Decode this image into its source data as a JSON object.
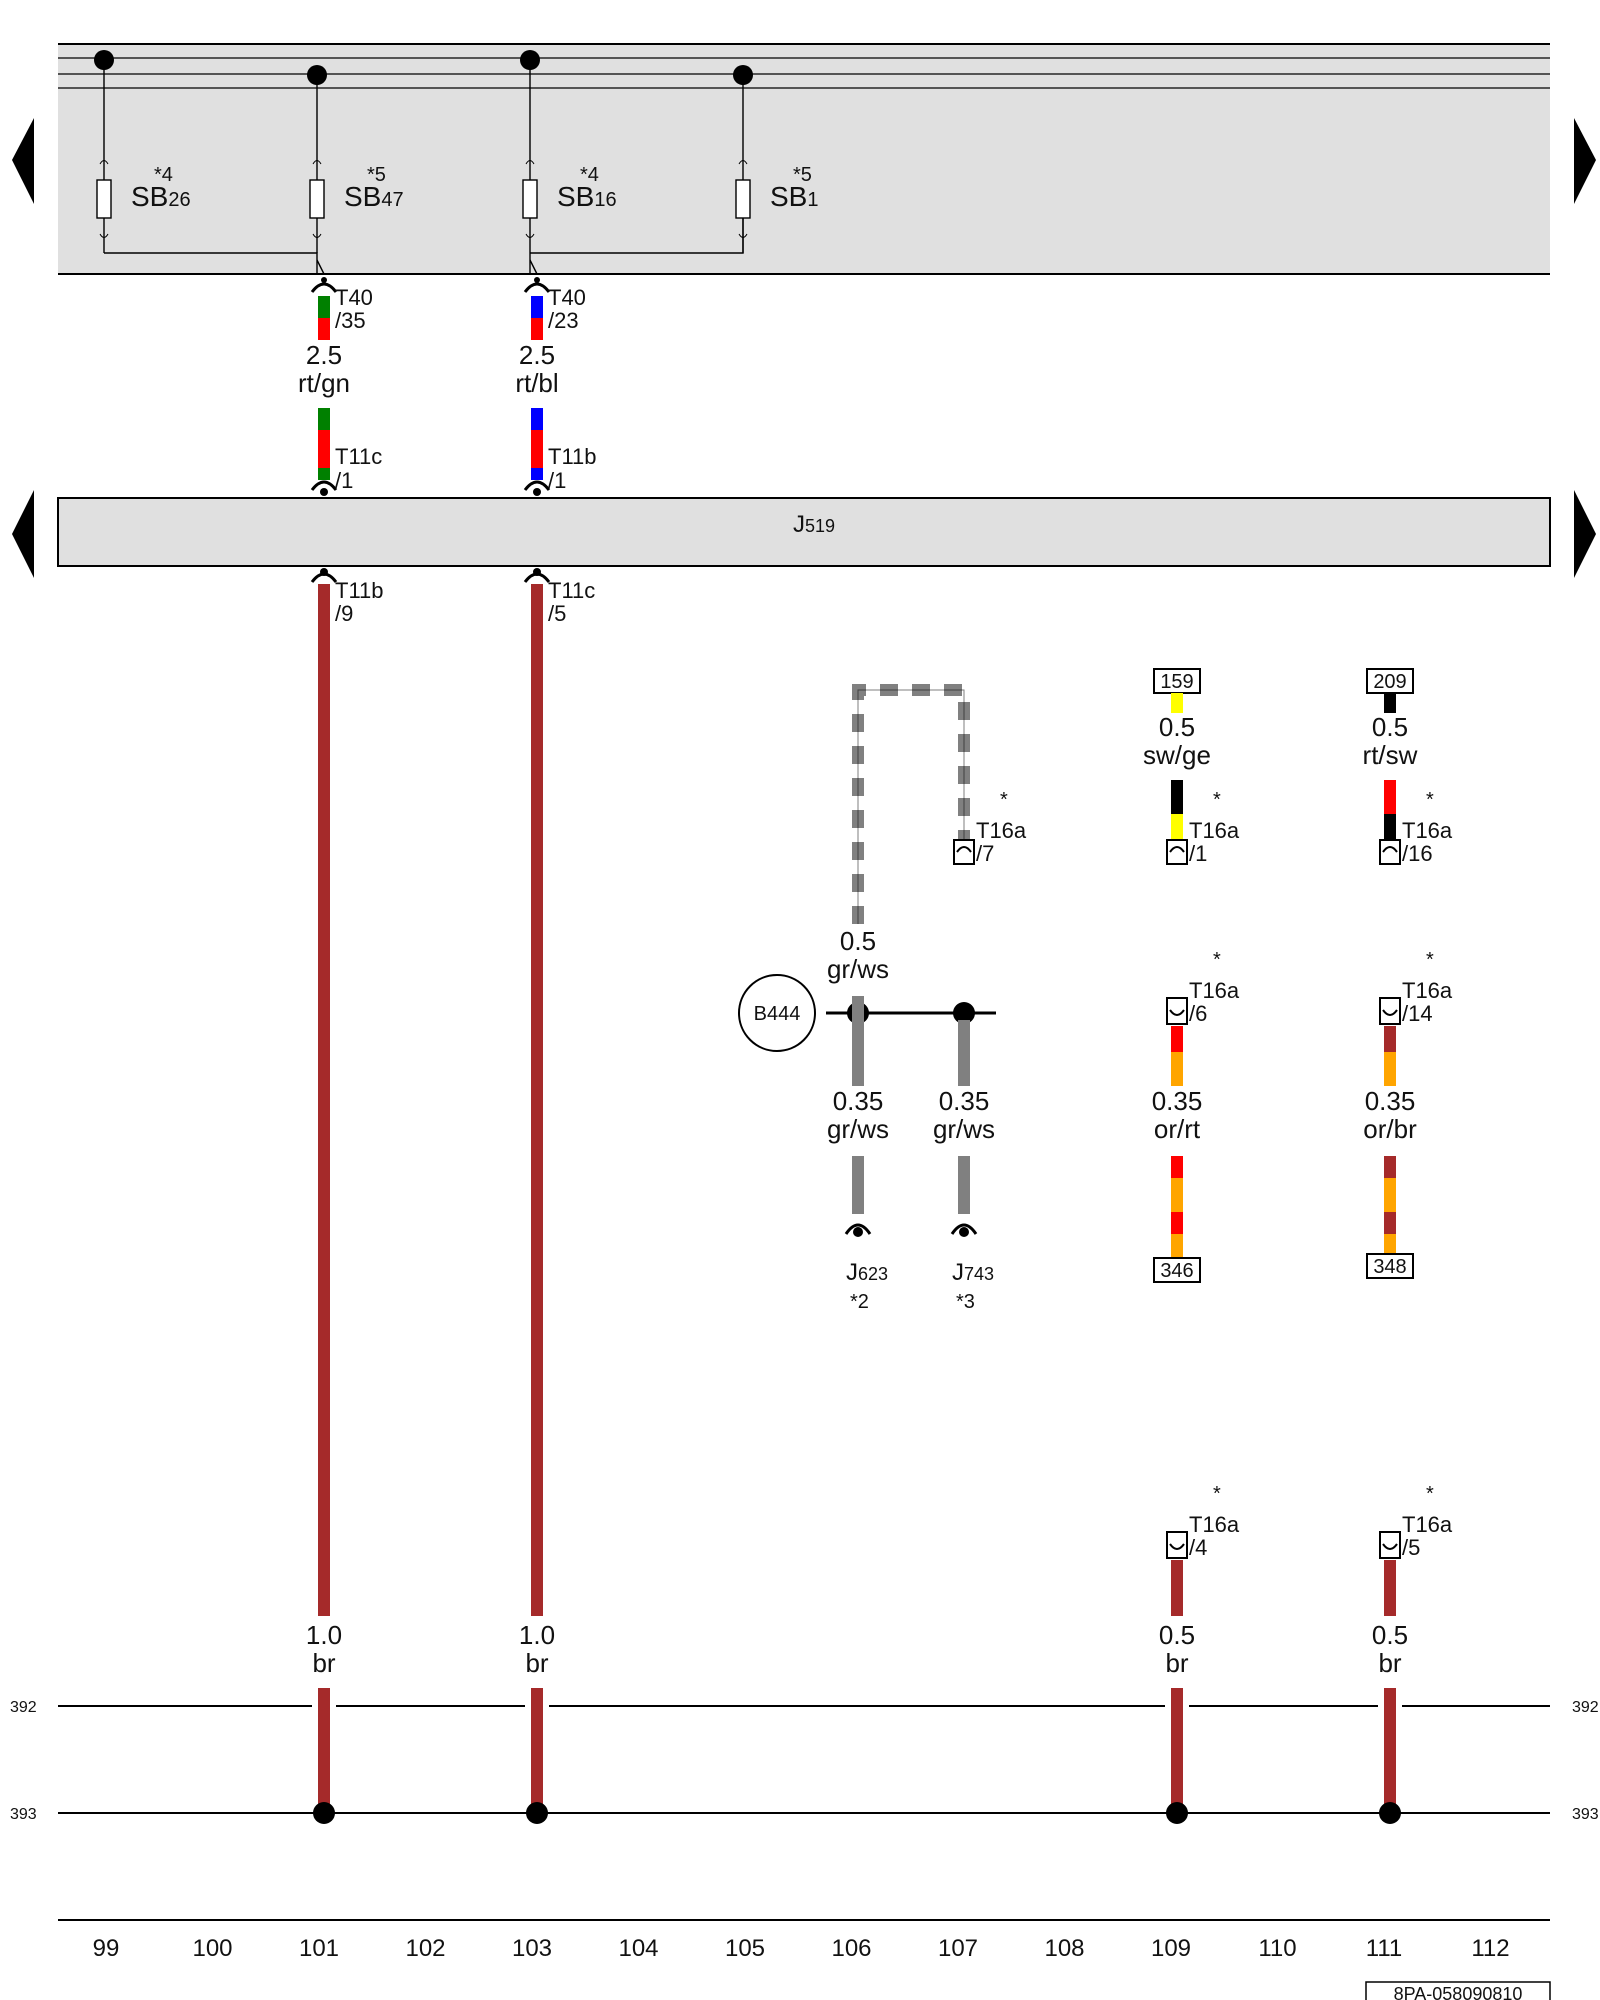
{
  "fuses": [
    {
      "name": "SB",
      "sub": "26",
      "note": "*4"
    },
    {
      "name": "SB",
      "sub": "47",
      "note": "*5"
    },
    {
      "name": "SB",
      "sub": "16",
      "note": "*4"
    },
    {
      "name": "SB",
      "sub": "1",
      "note": "*5"
    }
  ],
  "module": {
    "name": "J",
    "sub": "519"
  },
  "top_connectors": [
    {
      "id": "T40",
      "pin": "/35"
    },
    {
      "id": "T40",
      "pin": "/23"
    }
  ],
  "top_wires": [
    {
      "size": "2.5",
      "color": "rt/gn"
    },
    {
      "size": "2.5",
      "color": "rt/bl"
    }
  ],
  "upper_module_connectors": [
    {
      "id": "T11c",
      "pin": "/1"
    },
    {
      "id": "T11b",
      "pin": "/1"
    }
  ],
  "lower_module_connectors": [
    {
      "id": "T11b",
      "pin": "/9"
    },
    {
      "id": "T11c",
      "pin": "/5"
    }
  ],
  "ground_wires": [
    {
      "size": "1.0",
      "color": "br"
    },
    {
      "size": "1.0",
      "color": "br"
    },
    {
      "size": "0.5",
      "color": "br"
    },
    {
      "size": "0.5",
      "color": "br"
    }
  ],
  "sensor": {
    "label": "B444"
  },
  "sensor_wire": {
    "size": "0.5",
    "color": "gr/ws"
  },
  "sensor_branch_wires": [
    {
      "size": "0.35",
      "color": "gr/ws"
    },
    {
      "size": "0.35",
      "color": "gr/ws"
    }
  ],
  "control_units": [
    {
      "name": "J",
      "sub": "623",
      "note": "*2"
    },
    {
      "name": "J",
      "sub": "743",
      "note": "*3"
    }
  ],
  "ref_boxes": {
    "top_left": "159",
    "top_right": "209",
    "bottom_left": "346",
    "bottom_right": "348"
  },
  "signal_wires": {
    "upper_left": {
      "size": "0.5",
      "color": "sw/ge"
    },
    "upper_right": {
      "size": "0.5",
      "color": "rt/sw"
    },
    "lower_left": {
      "size": "0.35",
      "color": "or/rt"
    },
    "lower_right": {
      "size": "0.35",
      "color": "or/br"
    }
  },
  "t16a": {
    "id": "T16a",
    "star": "*",
    "pins": {
      "p7": "/7",
      "p1": "/1",
      "p16": "/16",
      "p6": "/6",
      "p14": "/14",
      "p4": "/4",
      "p5": "/5"
    }
  },
  "ground_rails": [
    "392",
    "393"
  ],
  "axis_numbers": [
    "99",
    "100",
    "101",
    "102",
    "103",
    "104",
    "105",
    "106",
    "107",
    "108",
    "109",
    "110",
    "111",
    "112"
  ],
  "doc_id": "8PA-058090810",
  "colors": {
    "brown": "#A52A2A",
    "red": "#FF0000",
    "green": "#008000",
    "blue": "#0000FF",
    "yellow": "#FFFF00",
    "orange": "#FFA500",
    "grey": "#808080",
    "panel": "#E0E0E0"
  }
}
